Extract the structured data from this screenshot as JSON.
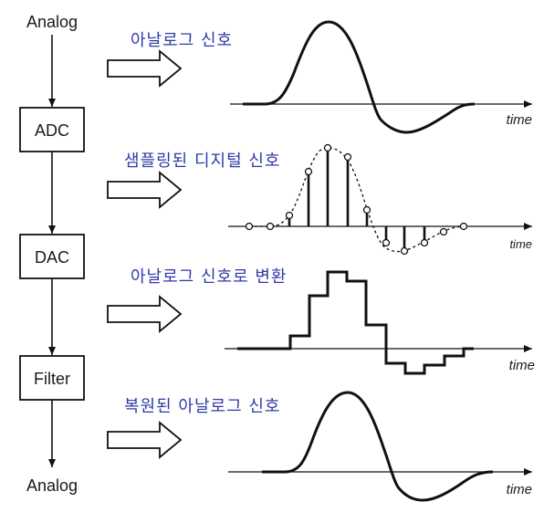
{
  "input_label": "Analog",
  "output_label": "Analog",
  "blocks": [
    "ADC",
    "DAC",
    "Filter"
  ],
  "panels": [
    {
      "title": "아날로그 신호",
      "axis_label": "time"
    },
    {
      "title": "샘플링된 디지털 신호",
      "axis_label": "time"
    },
    {
      "title": "아날로그 신호로 변환",
      "axis_label": "time"
    },
    {
      "title": "복원된 아날로그 신호",
      "axis_label": "time"
    }
  ]
}
